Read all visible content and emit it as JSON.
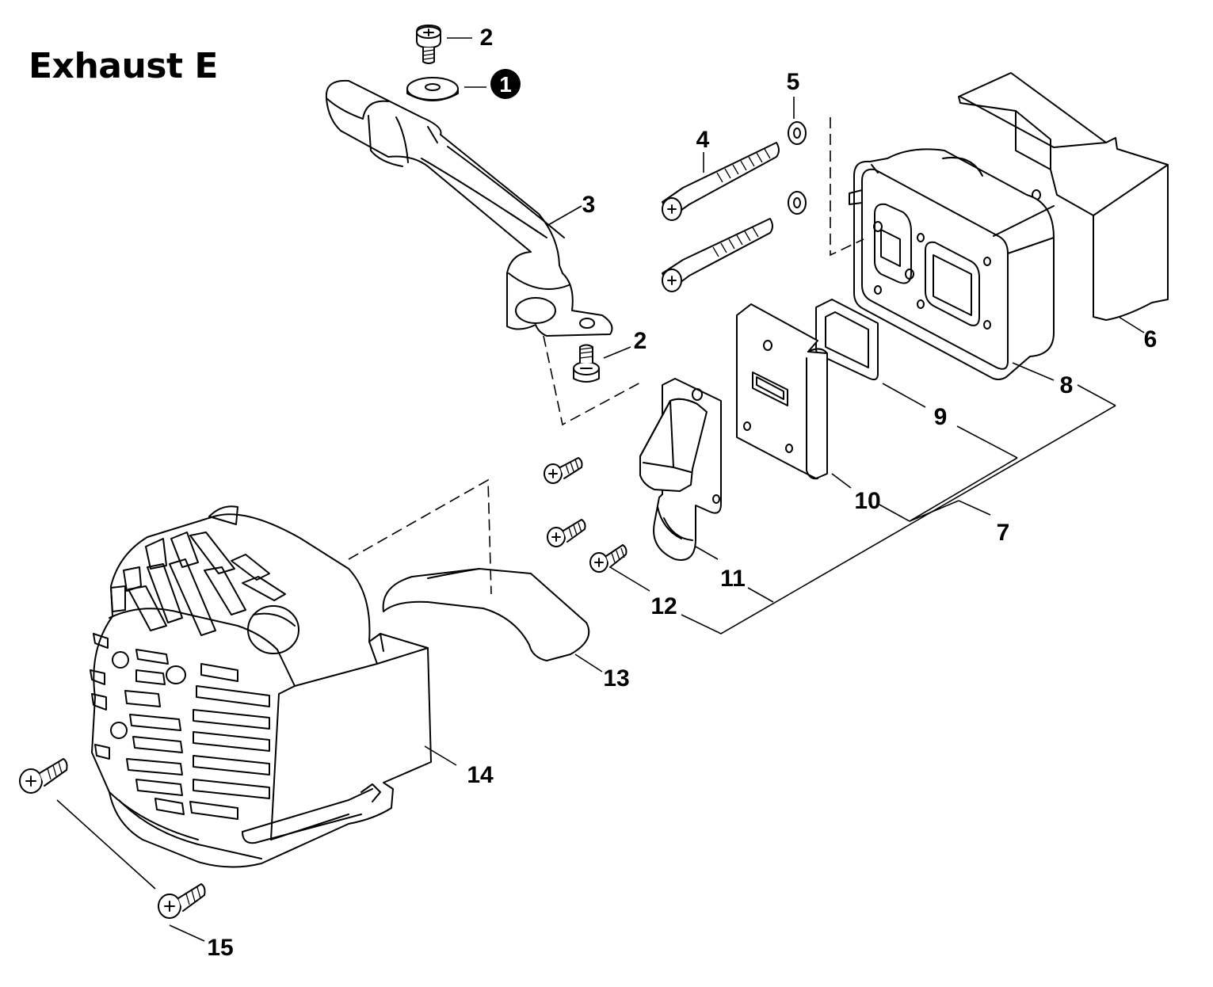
{
  "title": "Exhaust E",
  "badge": {
    "number": "1",
    "fill": "#000000",
    "text_color": "#ffffff"
  },
  "callouts": {
    "c2_top": "2",
    "c2_mid": "2",
    "c3": "3",
    "c4": "4",
    "c5": "5",
    "c6": "6",
    "c7": "7",
    "c8": "8",
    "c9": "9",
    "c10": "10",
    "c11": "11",
    "c12": "12",
    "c13": "13",
    "c14": "14",
    "c15": "15"
  },
  "colors": {
    "line": "#000000",
    "background": "#ffffff"
  }
}
